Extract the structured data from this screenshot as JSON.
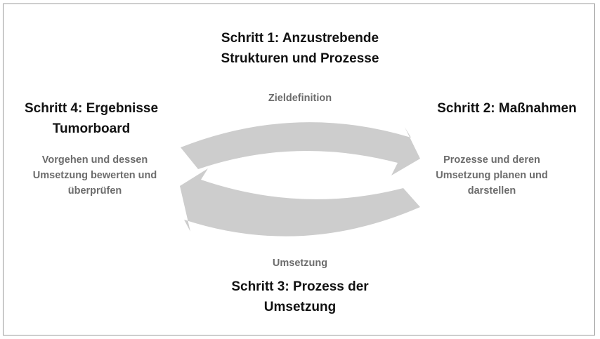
{
  "colors": {
    "arrow": "#cdcdcd",
    "title": "#111111",
    "subtext": "#6c6c6c",
    "border": "#9a9a9a"
  },
  "step1": {
    "title_line1": "Schritt 1: Anzustrebende",
    "title_line2": "Strukturen und Prozesse",
    "label": "Zieldefinition"
  },
  "step2": {
    "title": "Schritt 2: Maßnahmen",
    "desc_line1": "Prozesse und deren",
    "desc_line2": "Umsetzung planen und",
    "desc_line3": "darstellen"
  },
  "step3": {
    "label": "Umsetzung",
    "title_line1": "Schritt 3: Prozess der",
    "title_line2": "Umsetzung"
  },
  "step4": {
    "title_line1": "Schritt 4: Ergebnisse",
    "title_line2": "Tumorboard",
    "desc_line1": "Vorgehen und dessen",
    "desc_line2": "Umsetzung bewerten und",
    "desc_line3": "überprüfen"
  }
}
